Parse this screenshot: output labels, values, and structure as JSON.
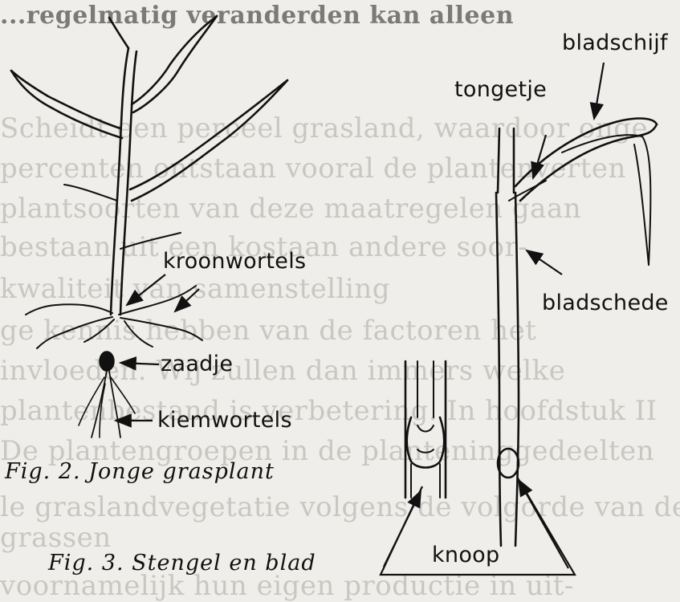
{
  "figure2": {
    "caption": "Fig. 2. Jonge grasplant",
    "labels": {
      "kroonwortels": "kroonwortels",
      "zaadje": "zaadje",
      "kiemwortels": "kiemwortels"
    }
  },
  "figure3": {
    "caption": "Fig. 3. Stengel en blad",
    "labels": {
      "bladschijf": "bladschijf",
      "tongetje": "tongetje",
      "bladschede": "bladschede",
      "knoop": "knoop"
    }
  },
  "background_text": {
    "top_line": "...regelmatig veranderden kan alleen",
    "lines": [
      "Scheidt een perceel grasland, waardoor onge",
      "percenten ontstaan vooral de plantenverten",
      "plantsoorten van deze maatregelen gaan",
      "bestaan uit een kostaan andere soor-",
      "kwaliteit van samenstelling",
      "ge kennis hebben van de factoren het",
      "invloeden. Wij zullen dan immers welke",
      "plantenbestand is verbetering. In hoofdstuk II",
      "De plantengroepen in de planteninggedeelten",
      "le graslandvegetatie volgens de volgorde van de",
      "grassen",
      "voornamelijk hun eigen productie in uit-"
    ]
  },
  "colors": {
    "paper": "#efeeea",
    "ink": "#111111",
    "bleed": "#c9c7c2"
  }
}
